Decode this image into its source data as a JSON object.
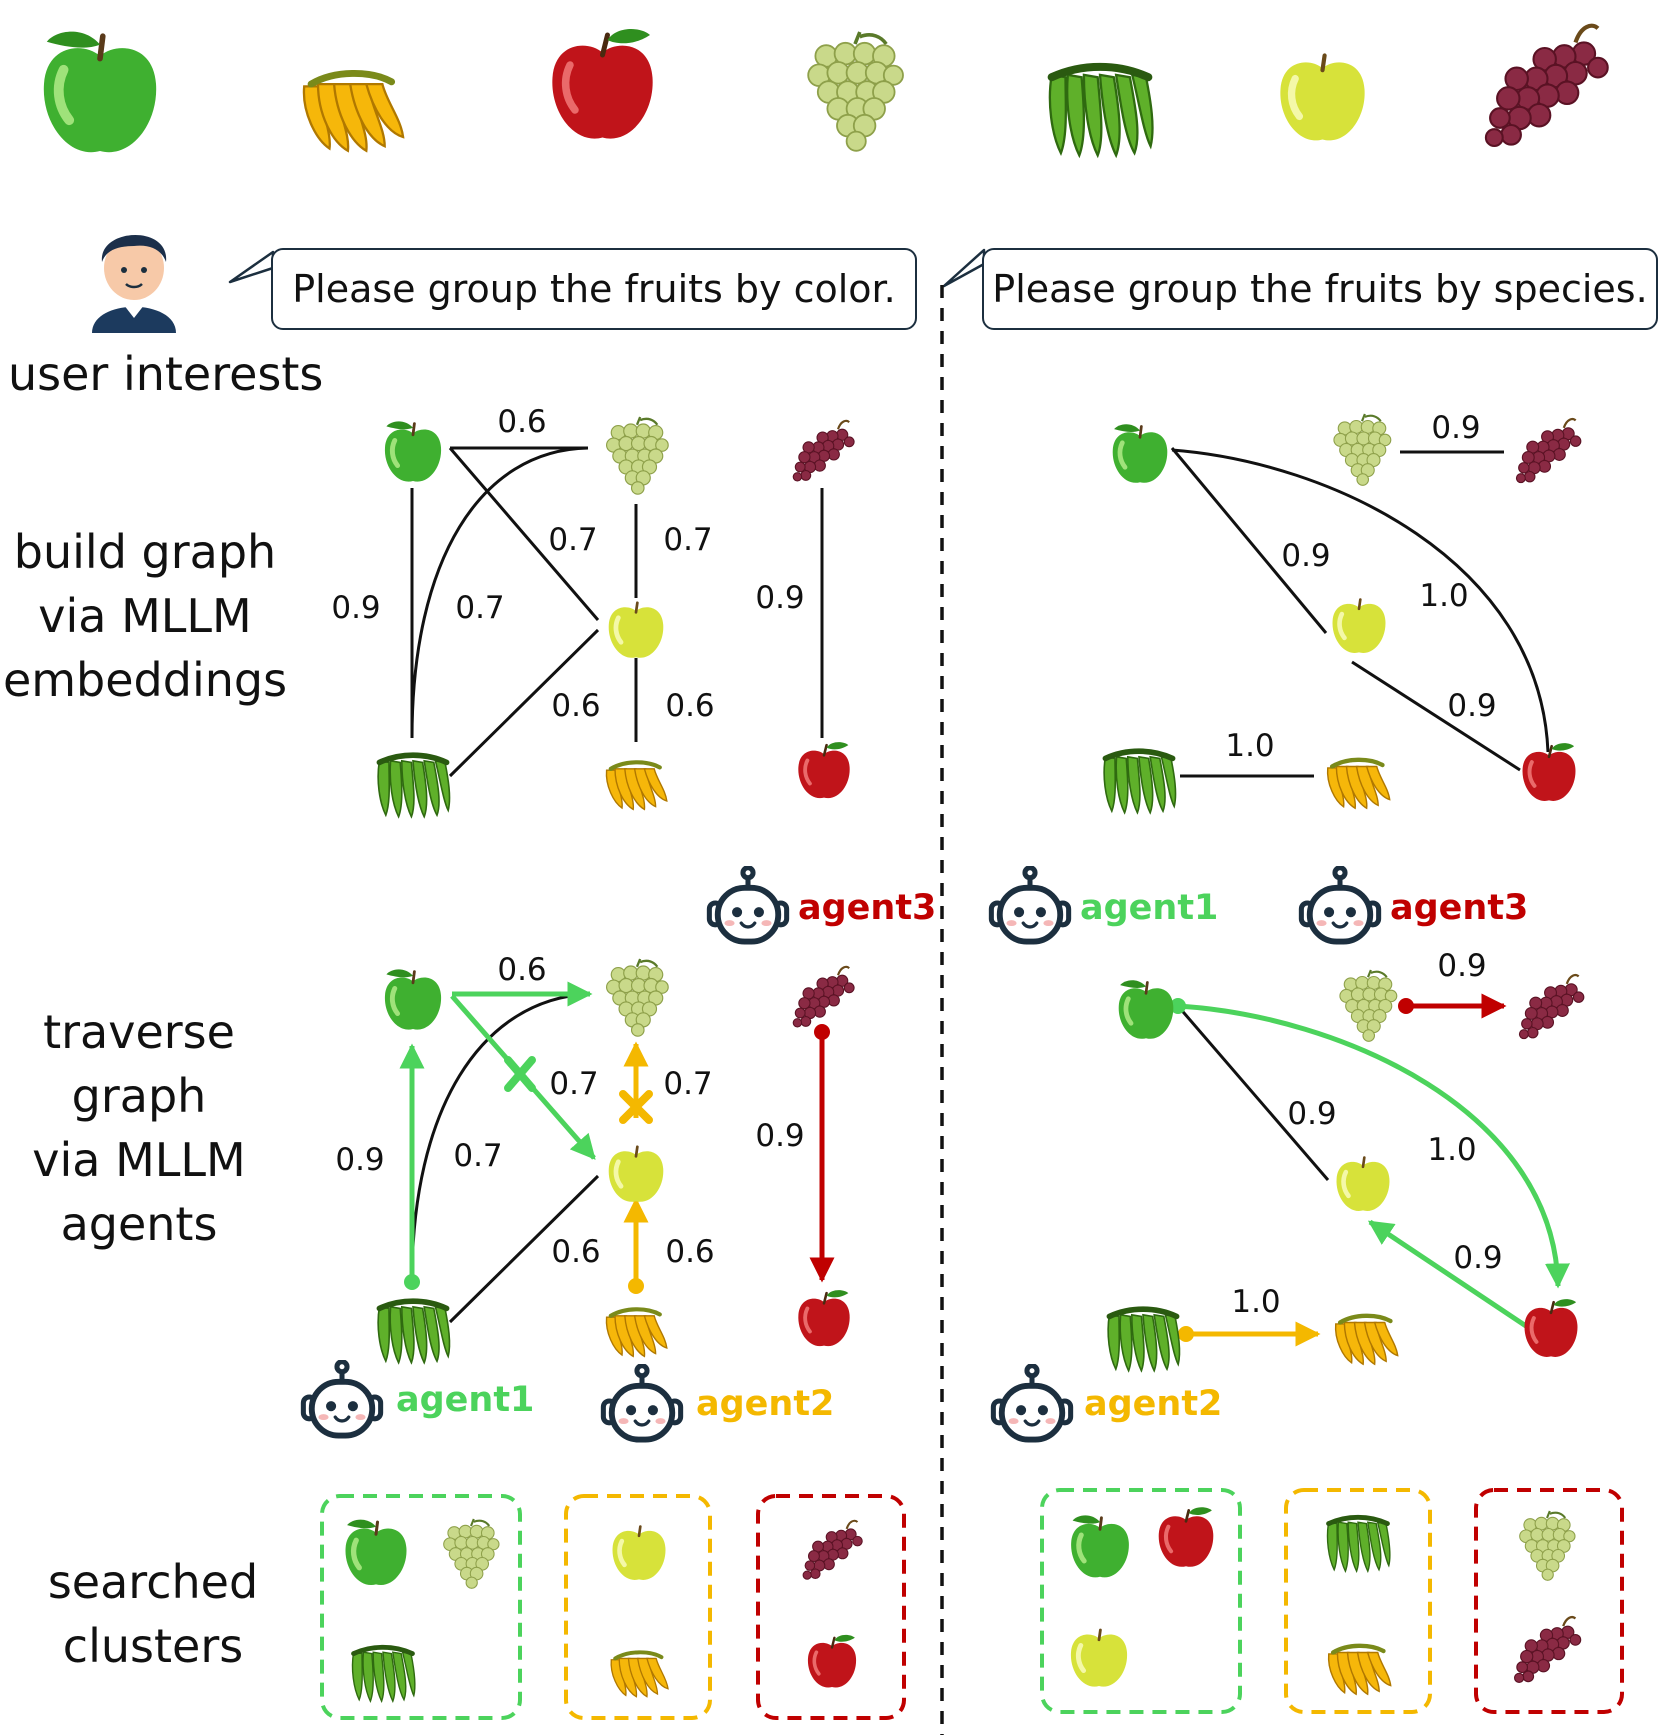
{
  "fruits": {
    "green_apple": "green-apple",
    "yellow_banana": "yellow-banana",
    "red_apple": "red-apple",
    "green_grape": "green-grape",
    "green_banana": "green-banana",
    "yellow_apple": "yellow-apple",
    "red_grape": "red-grape"
  },
  "colors": {
    "green": "#4cd35c",
    "yellow": "#f4b800",
    "red": "#c00000",
    "ink": "#1c2f3f"
  },
  "user": {
    "label": "user interests"
  },
  "prompts": {
    "left": "Please group the fruits by color.",
    "right": "Please group the fruits by species."
  },
  "rows": {
    "build_graph": [
      "build graph",
      "via MLLM",
      "embeddings"
    ],
    "traverse_graph": [
      "traverse",
      "graph",
      "via MLLM",
      "agents"
    ],
    "searched_clusters": [
      "searched",
      "clusters"
    ]
  },
  "agents": {
    "agent1": "agent1",
    "agent2": "agent2",
    "agent3": "agent3"
  },
  "left_graph_weights": {
    "ga_gg": "0.6",
    "ga_ya": "0.7",
    "gg_ya": "0.7",
    "ga_gb": "0.9",
    "gb_gg": "0.7",
    "gb_ya": "0.6",
    "ya_yb": "0.6",
    "rg_ra": "0.9"
  },
  "right_graph_weights": {
    "gg_rg": "0.9",
    "ga_ya": "0.9",
    "ga_ra": "1.0",
    "ya_ra": "0.9",
    "gb_yb": "1.0"
  }
}
